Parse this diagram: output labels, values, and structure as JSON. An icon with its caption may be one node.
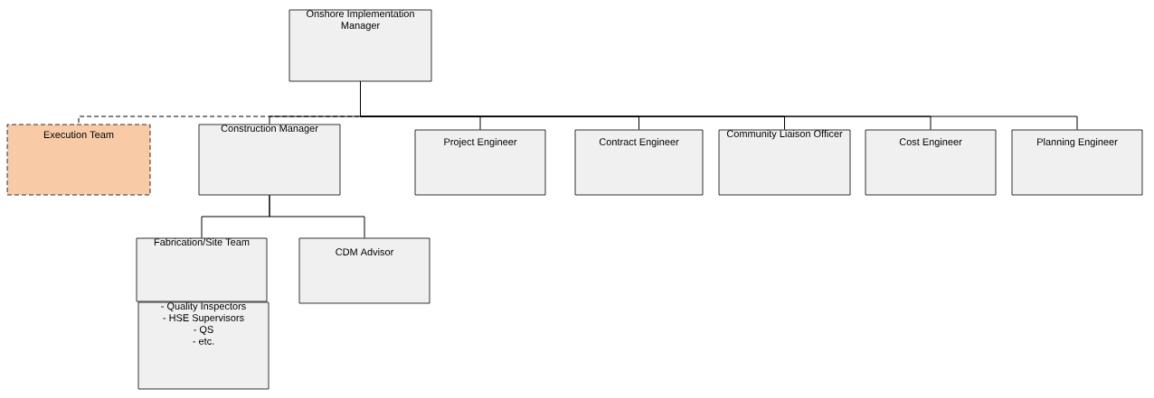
{
  "diagram": {
    "nodes": [
      {
        "text": [
          "Onshore Implementation Manager"
        ]
      },
      {
        "text": [
          "Execution Team"
        ]
      },
      {
        "text": [
          "Construction Manager"
        ]
      },
      {
        "text": [
          "Project Engineer"
        ]
      },
      {
        "text": [
          "Contract Engineer"
        ]
      },
      {
        "text": [
          "Community Liaison Officer"
        ]
      },
      {
        "text": [
          "Cost Engineer"
        ]
      },
      {
        "text": [
          "Planning Engineer"
        ]
      },
      {
        "text": [
          "Fabrication/Site Team"
        ]
      },
      {
        "text": [
          "CDM Advisor"
        ]
      },
      {
        "text": [
          "- Quality Inspectors",
          "- HSE Supervisors",
          "- QS",
          "- etc."
        ]
      }
    ],
    "edges": [
      {
        "from": 0,
        "to": 1,
        "arrow": "none",
        "style": "dashed"
      },
      {
        "from": 0,
        "to": 2,
        "arrow": "none"
      },
      {
        "from": 0,
        "to": 3,
        "arrow": "none"
      },
      {
        "from": 0,
        "to": 4,
        "arrow": "none"
      },
      {
        "from": 0,
        "to": 5,
        "arrow": "none"
      },
      {
        "from": 0,
        "to": 6,
        "arrow": "none"
      },
      {
        "from": 0,
        "to": 7,
        "arrow": "none"
      },
      {
        "from": 2,
        "to": 8,
        "arrow": "none"
      },
      {
        "from": 2,
        "to": 9,
        "arrow": "none"
      }
    ]
  }
}
